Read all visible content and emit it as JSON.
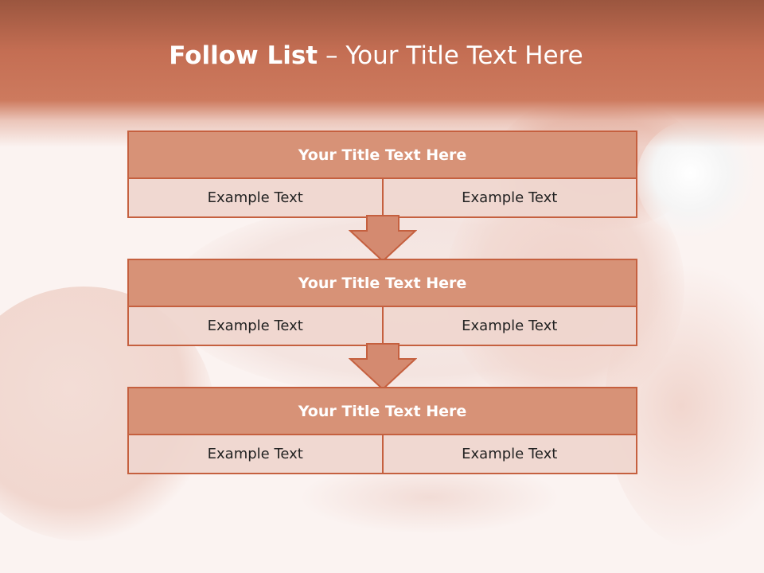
{
  "slide": {
    "title_bold": "Follow List",
    "title_rest": " – Your Title Text Here"
  },
  "steps": [
    {
      "heading": "Your Title Text Here",
      "left": "Example Text",
      "right": "Example Text"
    },
    {
      "heading": "Your Title Text Here",
      "left": "Example Text",
      "right": "Example Text"
    },
    {
      "heading": "Your Title Text Here",
      "left": "Example Text",
      "right": "Example Text"
    }
  ],
  "colors": {
    "header": "#c46e53",
    "box_header": "#d79277",
    "border": "#c5603f",
    "cell_fill": "#efd6ce"
  },
  "icons": [
    "down-arrow-icon",
    "down-arrow-icon"
  ]
}
